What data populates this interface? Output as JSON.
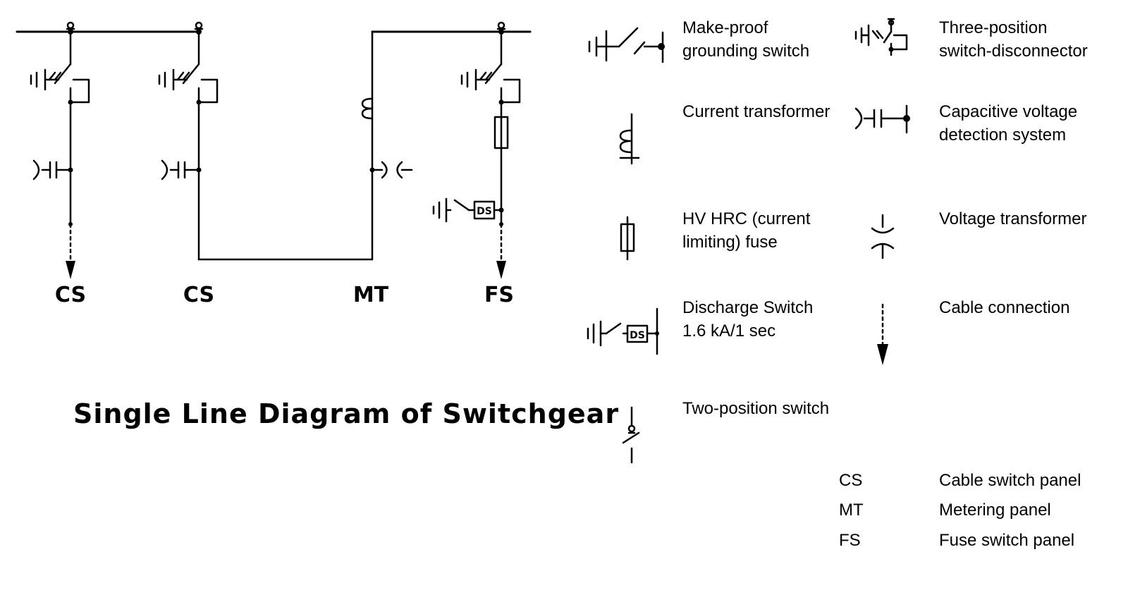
{
  "title": "Single Line Diagram of Switchgear",
  "panels": [
    {
      "label": "CS"
    },
    {
      "label": "CS"
    },
    {
      "label": "MT"
    },
    {
      "label": "FS"
    }
  ],
  "symbol_text": {
    "ds": "DS"
  },
  "legend": {
    "make_proof": [
      "Make-proof",
      "grounding switch"
    ],
    "three_pos": [
      "Three-position",
      "switch-disconnector"
    ],
    "ct": [
      "Current transformer"
    ],
    "cvd": [
      "Capacitive voltage",
      "detection system"
    ],
    "fuse": [
      "HV HRC (current",
      "limiting) fuse"
    ],
    "vt": [
      "Voltage transformer"
    ],
    "discharge": [
      "Discharge Switch",
      "1.6 kA/1 sec"
    ],
    "cable": [
      "Cable connection"
    ],
    "two_pos": [
      "Two-position switch"
    ]
  },
  "abbreviations": [
    {
      "code": "CS",
      "desc": "Cable switch panel"
    },
    {
      "code": "MT",
      "desc": "Metering panel"
    },
    {
      "code": "FS",
      "desc": "Fuse switch panel"
    }
  ]
}
